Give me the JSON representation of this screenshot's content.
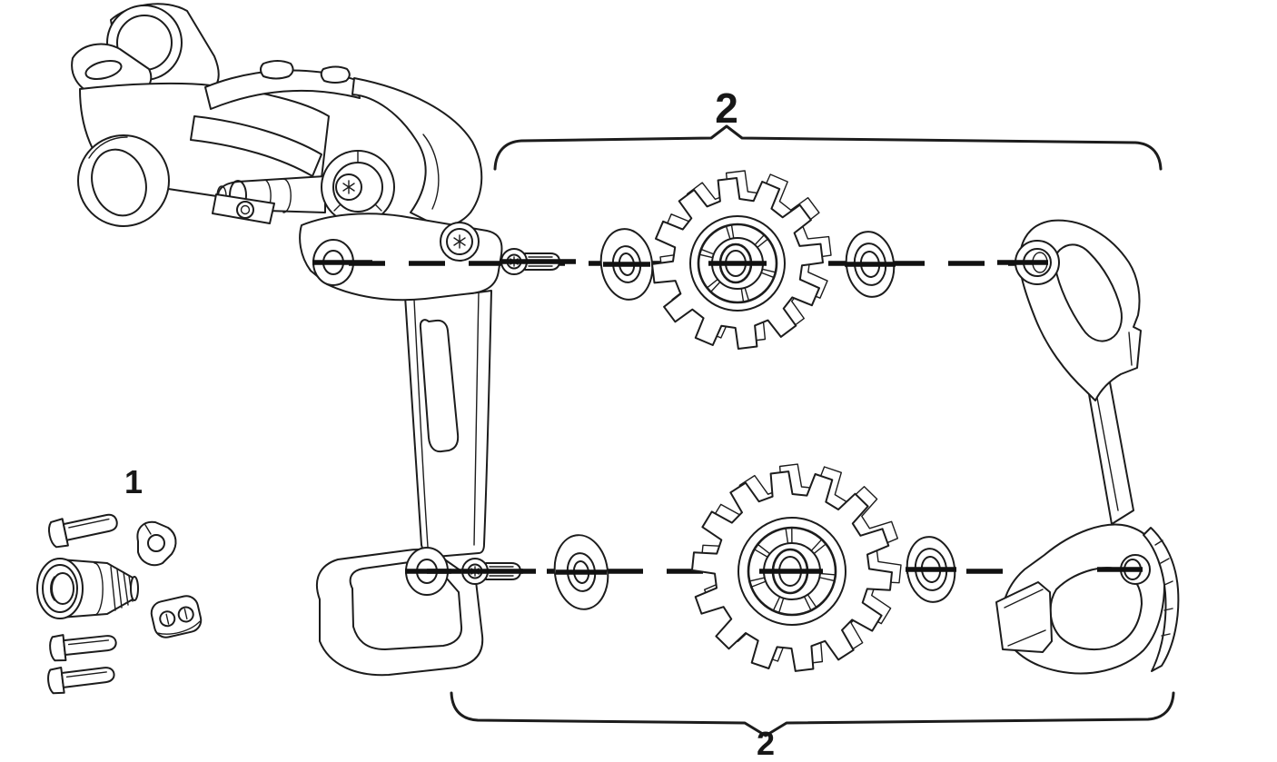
{
  "figure": {
    "background": "#ffffff",
    "line_color": "#1c1c1c",
    "labels": {
      "group1": "1",
      "group2_top": "2",
      "group2_bottom": "2"
    }
  }
}
